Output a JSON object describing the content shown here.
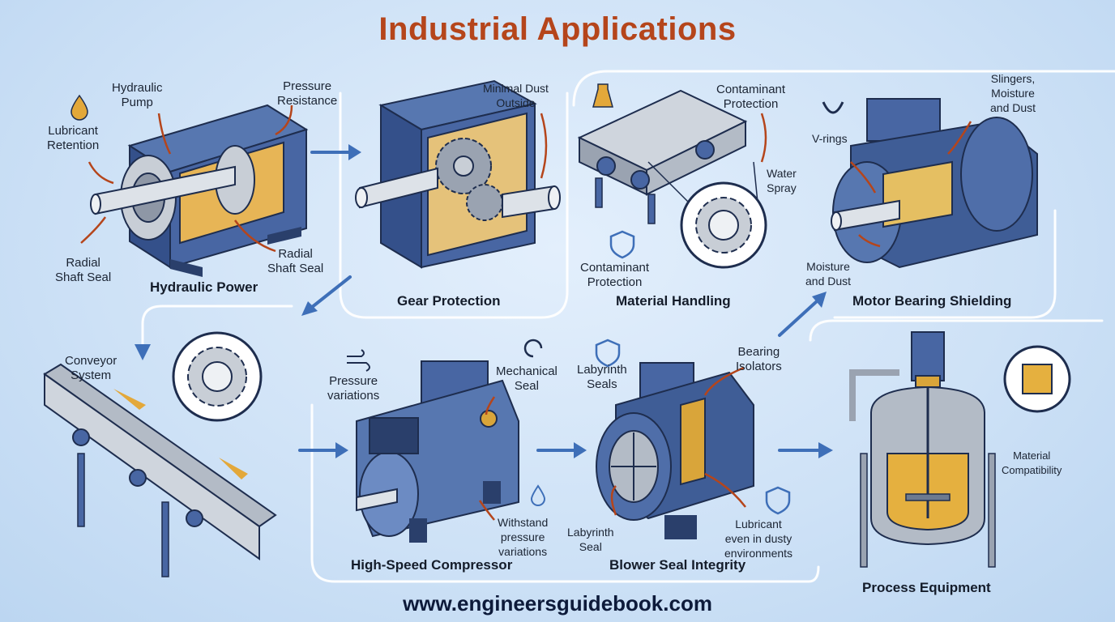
{
  "title": "Industrial Applications",
  "footer": "www.engineersguidebook.com",
  "colors": {
    "title": "#b5451b",
    "machine": "#3f5d96",
    "machine_dark": "#2a3f6b",
    "steel": "#c8ced6",
    "amber": "#d9a53a",
    "arrow": "#3e6fb8",
    "callout_arrow": "#b5451b"
  },
  "captions": {
    "hydraulic_power": "Hydraulic Power",
    "gear_protection": "Gear Protection",
    "material_handling": "Material Handling",
    "motor_bearing": "Motor Bearing Shielding",
    "compressor": "High-Speed Compressor",
    "blower": "Blower Seal Integrity",
    "process": "Process Equipment"
  },
  "labels": {
    "hydraulic_pump": "Hydraulic\nPump",
    "pressure_resistance": "Pressure\nResistance",
    "lubricant_retention": "Lubricant\nRetention",
    "radial_shaft_seal_left": "Radial\nShaft Seal",
    "radial_shaft_seal_right": "Radial\nShaft Seal",
    "minimal_dust": "Minimal Dust\nOutside",
    "contaminant_protection_top": "Contaminant\nProtection",
    "water_spray": "Water\nSpray",
    "contaminant_protection_bottom": "Contaminant\nProtection",
    "v_rings": "V-rings",
    "slingers": "Slingers,\nMoisture\nand Dust",
    "moisture_dust": "Moisture\nand Dust",
    "conveyor_system": "Conveyor\nSystem",
    "pressure_variations": "Pressure\nvariations",
    "mechanical_seal": "Mechanical\nSeal",
    "withstand": "Withstand\npressure\nvariations",
    "labyrinth_seals": "Labyrinth\nSeals",
    "bearing_isolators": "Bearing\nIsolators",
    "labyrinth_seal": "Labyrinth\nSeal",
    "lubricant_dusty": "Lubricant\neven in dusty\nenvironments",
    "material_compatibility": "Material\nCompatibility"
  },
  "icons": [
    "oil-drop-icon",
    "shield-check-icon",
    "wind-icon",
    "gauge-icon",
    "water-drop-icon",
    "v-ring-icon",
    "beaker-icon"
  ]
}
